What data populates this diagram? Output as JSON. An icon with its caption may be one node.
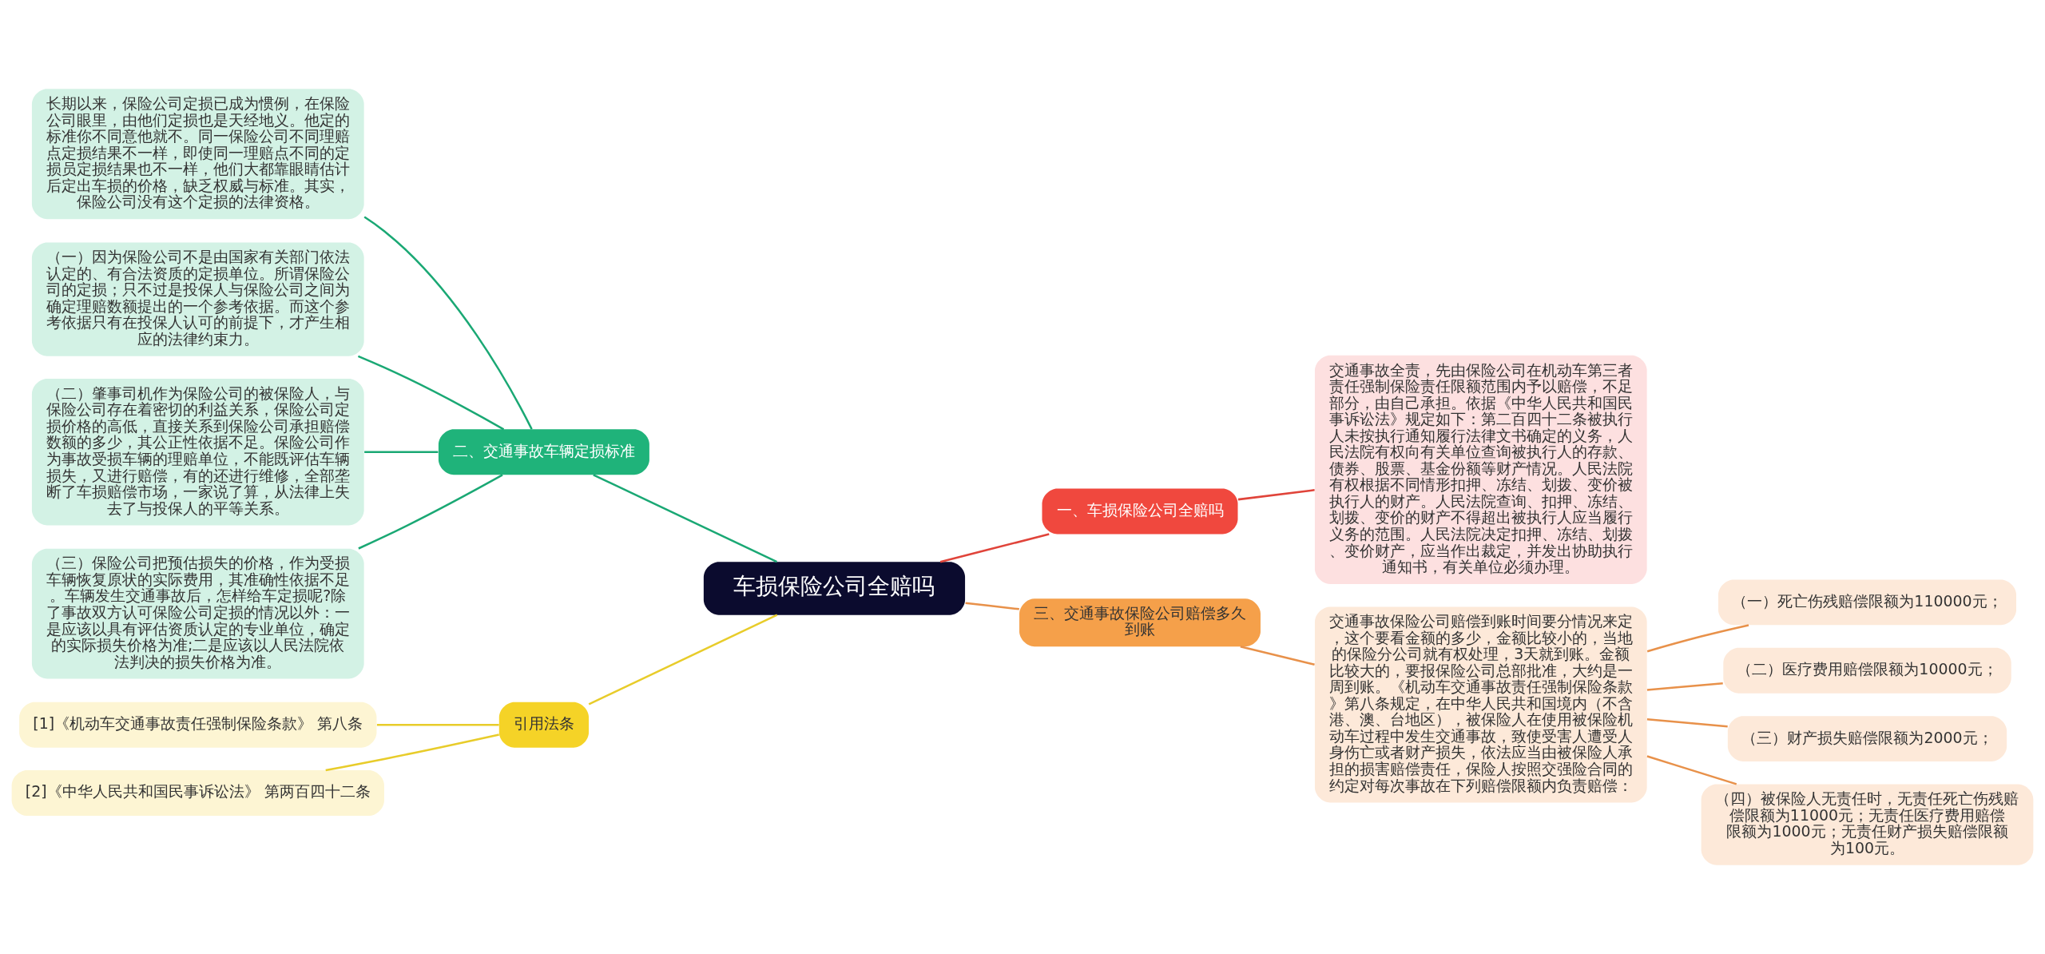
{
  "diagram": {
    "nodes": [
      {
        "text": [
          "车损保险公司全赔吗"
        ]
      },
      {
        "text": [
          "一、车损保险公司全赔吗"
        ]
      },
      {
        "text": [
          "交通事故全责，先由保险公司在机动车第三者责任强制保险责任限额范围内予以赔偿，不足部分，由自己承担。依据《中华人民共和国民事诉讼法》规定如下：第二百四十二条被执行人未按执行通知履行法律文书确定的义务，人民法院有权向有关单位查询被执行人的存款、债券、股票、基金份额等财产情况。人民法院有权根据不同情形扣押、冻结、划拨、变价被执行人的财产。人民法院查询、扣押、冻结、划拨、变价的财产不得超出被执行人应当履行义务的范围。人民法院决定扣押、冻结、划拨、变价财产，应当作出裁定，并发出协助执行通知书，有关单位必须办理。"
        ]
      },
      {
        "text": [
          "二、交通事故车辆定损标准"
        ]
      },
      {
        "text": [
          "长期以来，保险公司定损已成为惯例，在保险公司眼里，由他们定损也是天经地义。他定的标准你不同意他就不。同一保险公司不同理赔点定损结果不一样，即使同一理赔点不同的定损员定损结果也不一样，他们大都靠眼睛估计后定出车损的价格，缺乏权威与标准。其实，保险公司没有这个定损的法律资格。"
        ]
      },
      {
        "text": [
          "（一）因为保险公司不是由国家有关部门依法认定的、有合法资质的定损单位。所谓保险公司的定损；只不过是投保人与保险公司之间为确定理赔数额提出的一个参考依据。而这个参考依据只有在投保人认可的前提下，才产生相应的法律约束力。"
        ]
      },
      {
        "text": [
          "（二）肇事司机作为保险公司的被保险人，与保险公司存在着密切的利益关系，保险公司定损价格的高低，直接关系到保险公司承担赔偿数额的多少，其公正性依据不足。保险公司作为事故受损车辆的理赔单位，不能既评估车辆损失，又进行赔偿，有的还进行维修，全部垄断了车损赔偿市场，一家说了算，从法律上失去了与投保人的平等关系。"
        ]
      },
      {
        "text": [
          "（三）保险公司把预估损失的价格，作为受损车辆恢复原状的实际费用，其准确性依据不足。车辆发生交通事故后，怎样给车定损呢?除了事故双方认可保险公司定损的情况以外：一是应该以具有评估资质认定的专业单位，确定的实际损失价格为准;二是应该以人民法院依法判决的损失价格为准。"
        ]
      },
      {
        "text": [
          "三、交通事故保险公司赔偿多久到账"
        ]
      },
      {
        "text": [
          "交通事故保险公司赔偿到账时间要分情况来定，这个要看金额的多少，金额比较小的，当地的保险分公司就有权处理，3天就到账。金额比较大的，要报保险公司总部批准，大约是一周到账。《机动车交通事故责任强制保险条款》第八条规定，在中华人民共和国境内（不含港、澳、台地区），被保险人在使用被保险机动车过程中发生交通事故，致使受害人遭受人身伤亡或者财产损失，依法应当由被保险人承担的损害赔偿责任，保险人按照交强险合同的约定对每次事故在下列赔偿限额内负责赔偿："
        ]
      },
      {
        "text": [
          "（一）死亡伤残赔偿限额为110000元；"
        ]
      },
      {
        "text": [
          "（二）医疗费用赔偿限额为10000元；"
        ]
      },
      {
        "text": [
          "（三）财产损失赔偿限额为2000元；"
        ]
      },
      {
        "text": [
          "（四）被保险人无责任时，无责任死亡伤残赔偿限额为11000元；无责任医疗费用赔偿限额为1000元；无责任财产损失赔偿限额为100元。"
        ]
      },
      {
        "text": [
          "引用法条"
        ]
      },
      {
        "text": [
          "[1]《机动车交通事故责任强制保险条款》 第八条"
        ]
      },
      {
        "text": [
          "[2]《中华人民共和国民事诉讼法》 第两百四十二条"
        ]
      }
    ],
    "edges": [
      {
        "from": 0,
        "to": 1,
        "arrow": "none",
        "color": "#e0443a"
      },
      {
        "from": 1,
        "to": 2,
        "arrow": "none",
        "color": "#e0443a"
      },
      {
        "from": 0,
        "to": 3,
        "arrow": "none",
        "color": "#1aa874"
      },
      {
        "from": 3,
        "to": 4,
        "arrow": "none",
        "color": "#1aa874"
      },
      {
        "from": 3,
        "to": 5,
        "arrow": "none",
        "color": "#1aa874"
      },
      {
        "from": 3,
        "to": 6,
        "arrow": "none",
        "color": "#1aa874"
      },
      {
        "from": 3,
        "to": 7,
        "arrow": "none",
        "color": "#1aa874"
      },
      {
        "from": 0,
        "to": 8,
        "arrow": "none",
        "color": "#e8914a"
      },
      {
        "from": 8,
        "to": 9,
        "arrow": "none",
        "color": "#e8914a"
      },
      {
        "from": 9,
        "to": 10,
        "arrow": "none",
        "color": "#e8914a"
      },
      {
        "from": 9,
        "to": 11,
        "arrow": "none",
        "color": "#e8914a"
      },
      {
        "from": 9,
        "to": 12,
        "arrow": "none",
        "color": "#e8914a"
      },
      {
        "from": 9,
        "to": 13,
        "arrow": "none",
        "color": "#e8914a"
      },
      {
        "from": 0,
        "to": 14,
        "arrow": "none",
        "color": "#e8cc2a"
      },
      {
        "from": 14,
        "to": 15,
        "arrow": "none",
        "color": "#e8cc2a"
      },
      {
        "from": 14,
        "to": 16,
        "arrow": "none",
        "color": "#e8cc2a"
      }
    ]
  }
}
